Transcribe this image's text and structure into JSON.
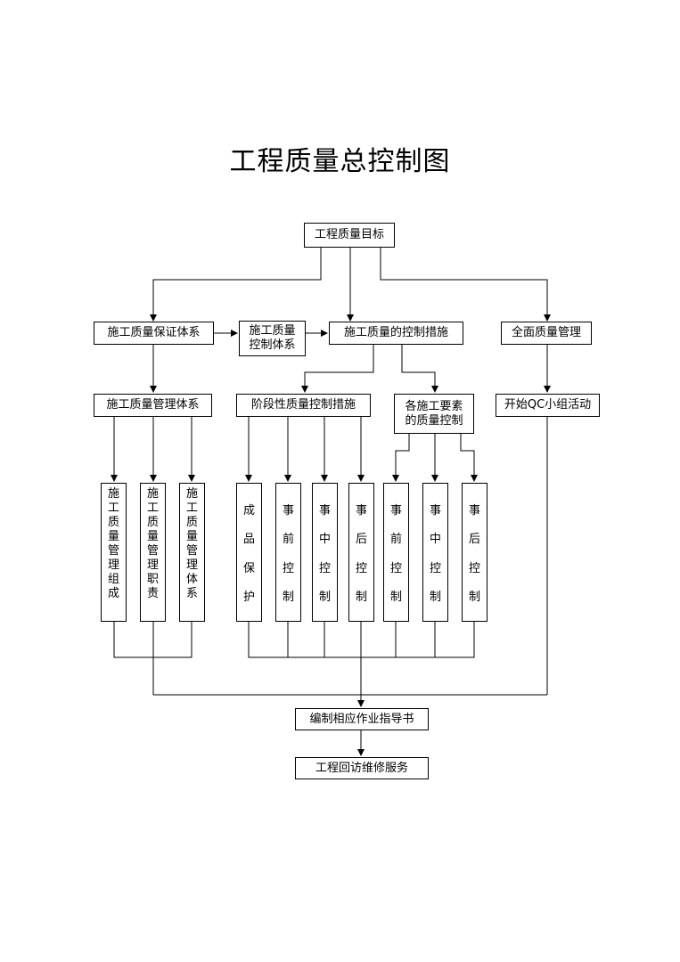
{
  "title": "工程质量总控制图",
  "nodes": {
    "goal": "工程质量目标",
    "assurance_system": "施工质量保证体系",
    "control_system": "施工质量\n控制体系",
    "control_measures": "施工质量的控制措施",
    "tqm": "全面质量管理",
    "management_system": "施工质量管理体系",
    "phase_measures": "阶段性质量控制措施",
    "element_control": "各施工要素\n的质量控制",
    "qc_activity": "开始QC小组活动",
    "work_instruction": "编制相应作业指导书",
    "maintenance": "工程回访维修服务"
  },
  "leaves": {
    "org": "施工质量管理组成",
    "duty": "施工质量管理职责",
    "sys": "施工质量管理体系",
    "product": "成品保护",
    "p_pre": "事前控制",
    "p_mid": "事中控制",
    "p_post": "事后控制",
    "e_pre": "事前控制",
    "e_mid": "事中控制",
    "e_post": "事后控制"
  }
}
